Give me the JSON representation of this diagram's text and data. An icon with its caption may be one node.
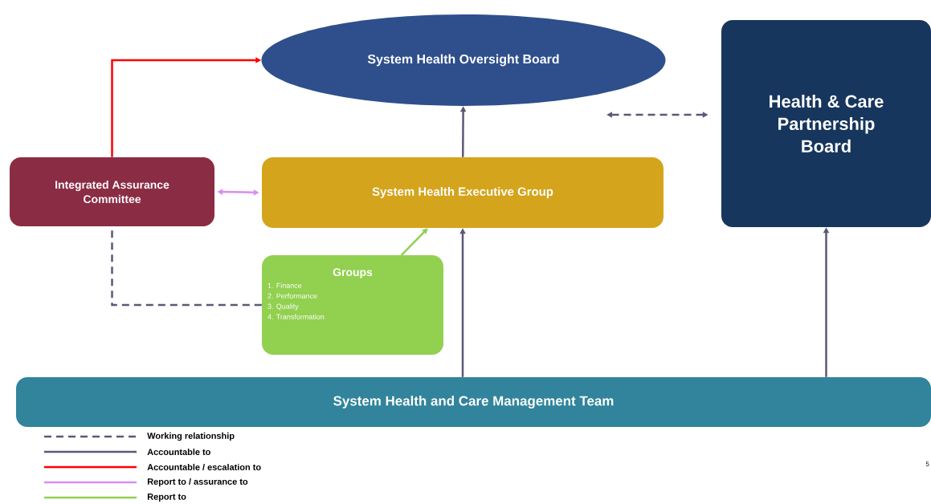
{
  "diagram": {
    "nodes": [
      {
        "text": [
          "System Health Oversight Board"
        ]
      },
      {
        "text": [
          "Health & Care Partnership Board"
        ]
      },
      {
        "text": [
          "Integrated Assurance Committee"
        ]
      },
      {
        "text": [
          "System Health Executive Group"
        ]
      },
      {
        "text": [
          "Groups",
          "1. Finance",
          "2. Performance",
          "3. Quality",
          "4. Transformation"
        ]
      },
      {
        "text": [
          "System Health and Care Management Team"
        ]
      }
    ],
    "edges": [
      {
        "from": 2,
        "to": 0,
        "arrow": "to",
        "color": "#ff0000"
      },
      {
        "from": 3,
        "to": 0,
        "arrow": "to"
      },
      {
        "from": 0,
        "to": 1,
        "arrow": "both",
        "style": "dashed"
      },
      {
        "from": 2,
        "to": 3,
        "arrow": "both",
        "color": "#d98ef0"
      },
      {
        "from": 4,
        "to": 3,
        "arrow": "to",
        "color": "#8fd14f"
      },
      {
        "from": 4,
        "to": 2,
        "arrow": "none",
        "style": "dashed"
      },
      {
        "from": 5,
        "to": 3,
        "arrow": "to"
      },
      {
        "from": 5,
        "to": 1,
        "arrow": "to"
      }
    ],
    "labels": [
      "5"
    ],
    "legend": [
      {
        "text": "Working relationship"
      },
      {
        "text": "Accountable to"
      },
      {
        "text": "Accountable / escalation  to"
      },
      {
        "text": "Report to / assurance to"
      },
      {
        "text": "Report to"
      }
    ]
  }
}
